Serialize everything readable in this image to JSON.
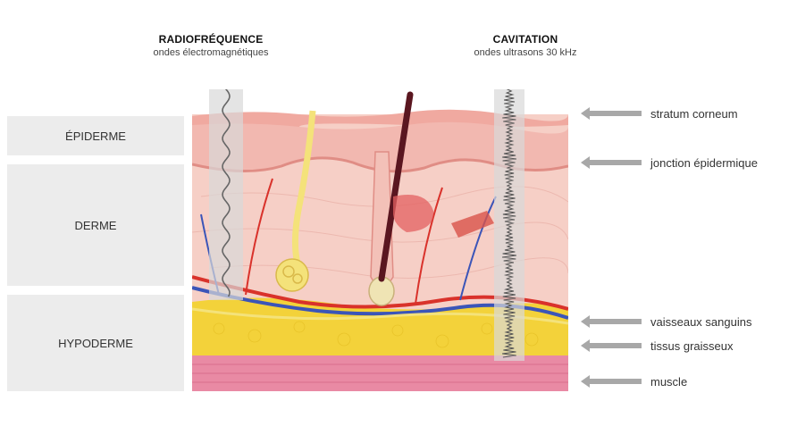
{
  "layers": {
    "epiderme": "ÉPIDERME",
    "derme": "DERME",
    "hypoderme": "HYPODERME"
  },
  "techniques": {
    "radiofrequence": {
      "title": "RADIOFRÉQUENCE",
      "subtitle": "ondes électromagnétiques"
    },
    "cavitation": {
      "title": "CAVITATION",
      "subtitle": "ondes ultrasons 30 kHz"
    }
  },
  "annotations": [
    "stratum corneum",
    "jonction épidermique",
    "vaisseaux sanguins",
    "tissus graisseux",
    "muscle"
  ],
  "colors": {
    "epidermis": "#f2b8b0",
    "dermis": "#f6cfc6",
    "fat": "#f3d23a",
    "muscle": "#e98aa4",
    "artery": "#d9322b",
    "vein": "#3b55b8",
    "nerve": "#f4e27a",
    "probe": "#d8d8d8",
    "arrow": "#a8a8a8"
  }
}
